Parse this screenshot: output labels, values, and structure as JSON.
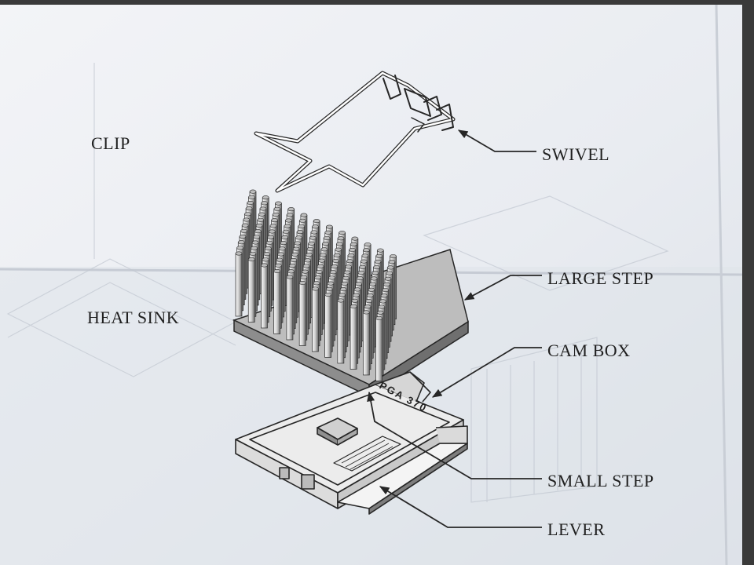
{
  "labels": {
    "clip": "CLIP",
    "swivel": "SWIVEL",
    "heat_sink": "HEAT SINK",
    "large_step": "LARGE STEP",
    "cam_box": "CAM BOX",
    "small_step": "SMALL STEP",
    "lever": "LEVER"
  },
  "package_marking": "PGA 370",
  "colors": {
    "paper": "#eef0f4",
    "paper_shadow": "#d7dbe2",
    "ink": "#262626",
    "frame": "#3a3a3a"
  }
}
